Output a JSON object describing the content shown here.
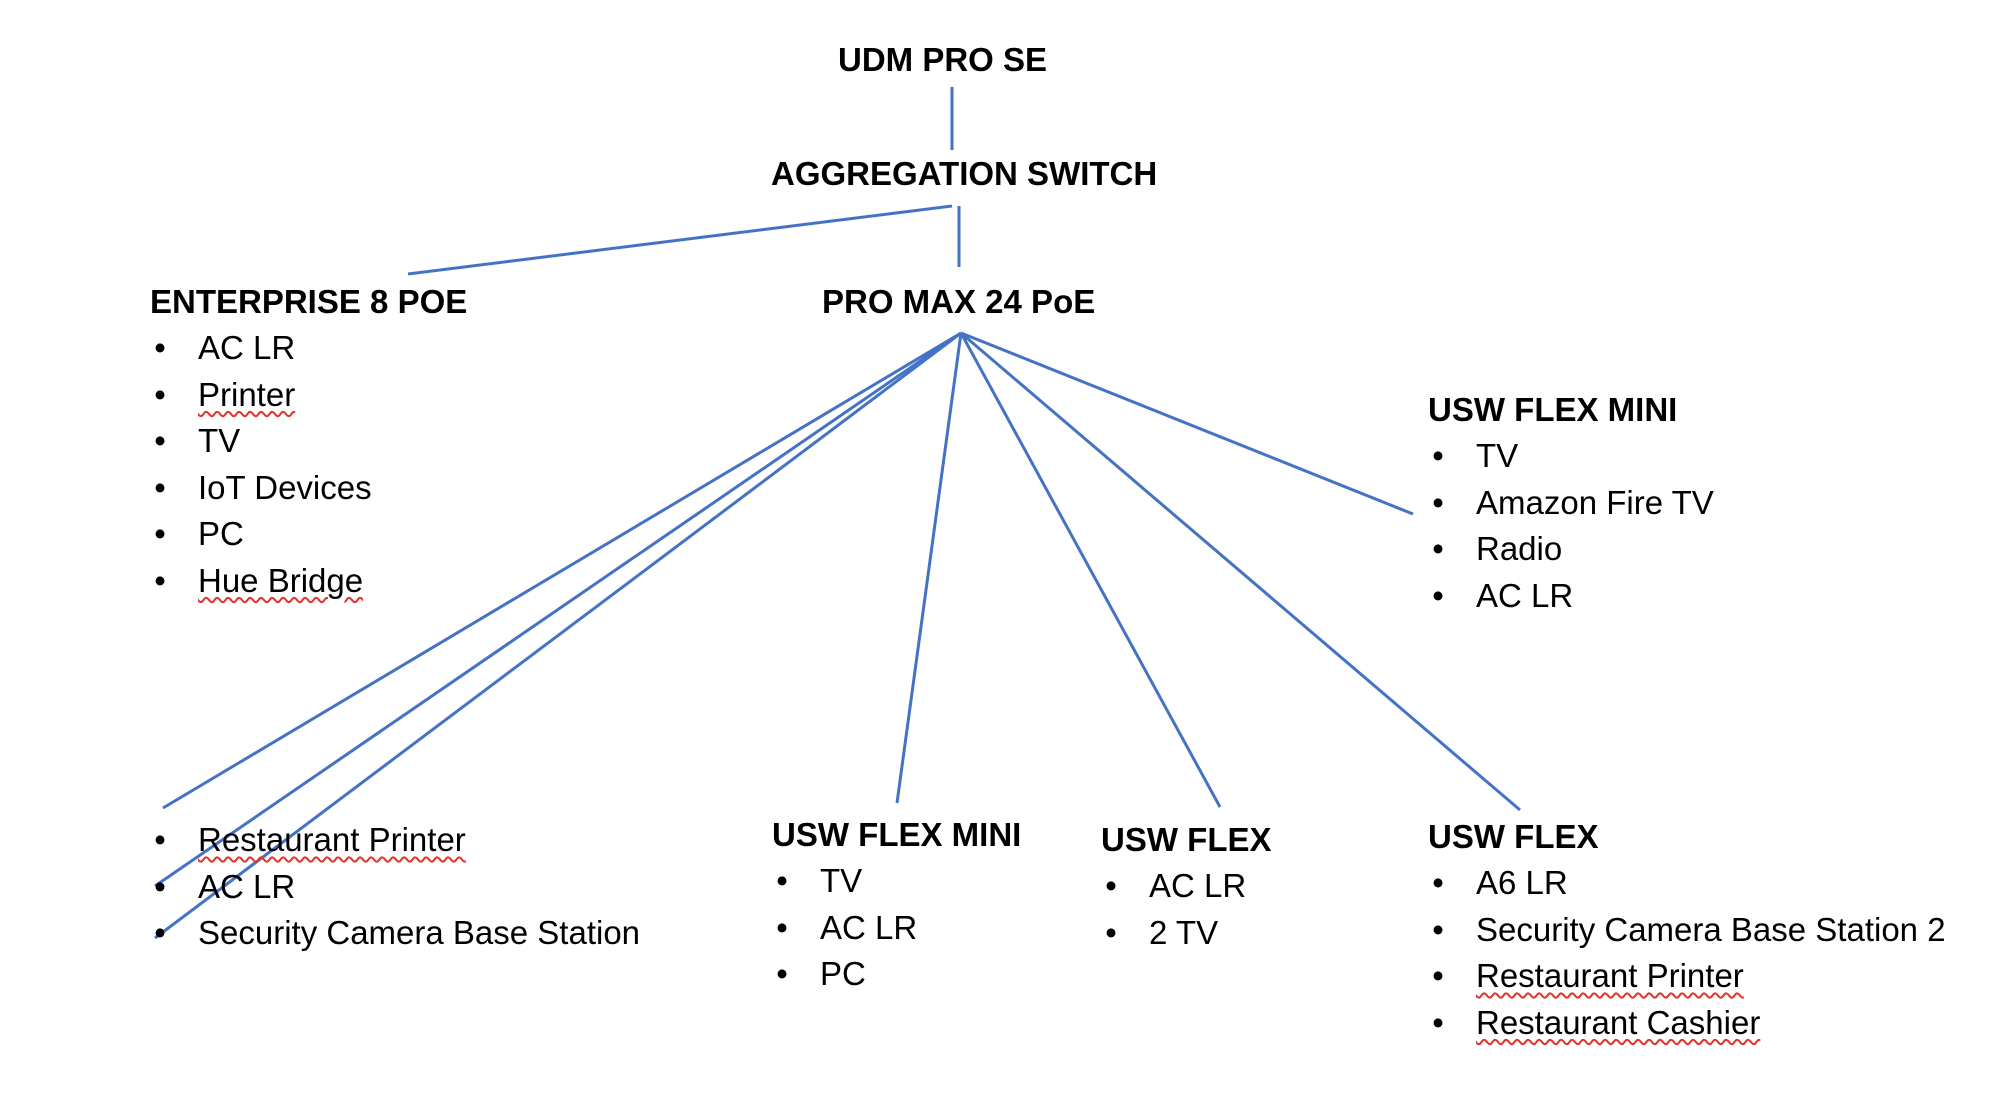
{
  "colors": {
    "connector": "#4472C4",
    "text": "#000000",
    "background": "#ffffff",
    "spellcheck_underline": "#e0342c"
  },
  "nodes": {
    "udm": {
      "title": "UDM PRO SE"
    },
    "aggregation": {
      "title": "AGGREGATION SWITCH"
    },
    "enterprise": {
      "title": "ENTERPRISE 8 POE",
      "items": [
        "AC LR",
        "Printer",
        "TV",
        "IoT Devices",
        "PC",
        "Hue Bridge"
      ]
    },
    "promax": {
      "title": "PRO MAX 24 PoE"
    },
    "flexmini_right": {
      "title": "USW FLEX MINI",
      "items": [
        "TV",
        "Amazon Fire TV",
        "Radio",
        "AC LR"
      ]
    },
    "unlabeled_group": {
      "items": [
        "Restaurant Printer",
        "AC LR",
        "Security Camera Base Station"
      ]
    },
    "flexmini_bottom": {
      "title": "USW FLEX MINI",
      "items": [
        "TV",
        "AC LR",
        "PC"
      ]
    },
    "flex_middle": {
      "title": "USW FLEX",
      "items": [
        "AC LR",
        "2 TV"
      ]
    },
    "flex_right": {
      "title": "USW FLEX",
      "items": [
        "A6 LR",
        "Security Camera Base Station 2",
        "Restaurant Printer",
        "Restaurant Cashier"
      ]
    }
  }
}
